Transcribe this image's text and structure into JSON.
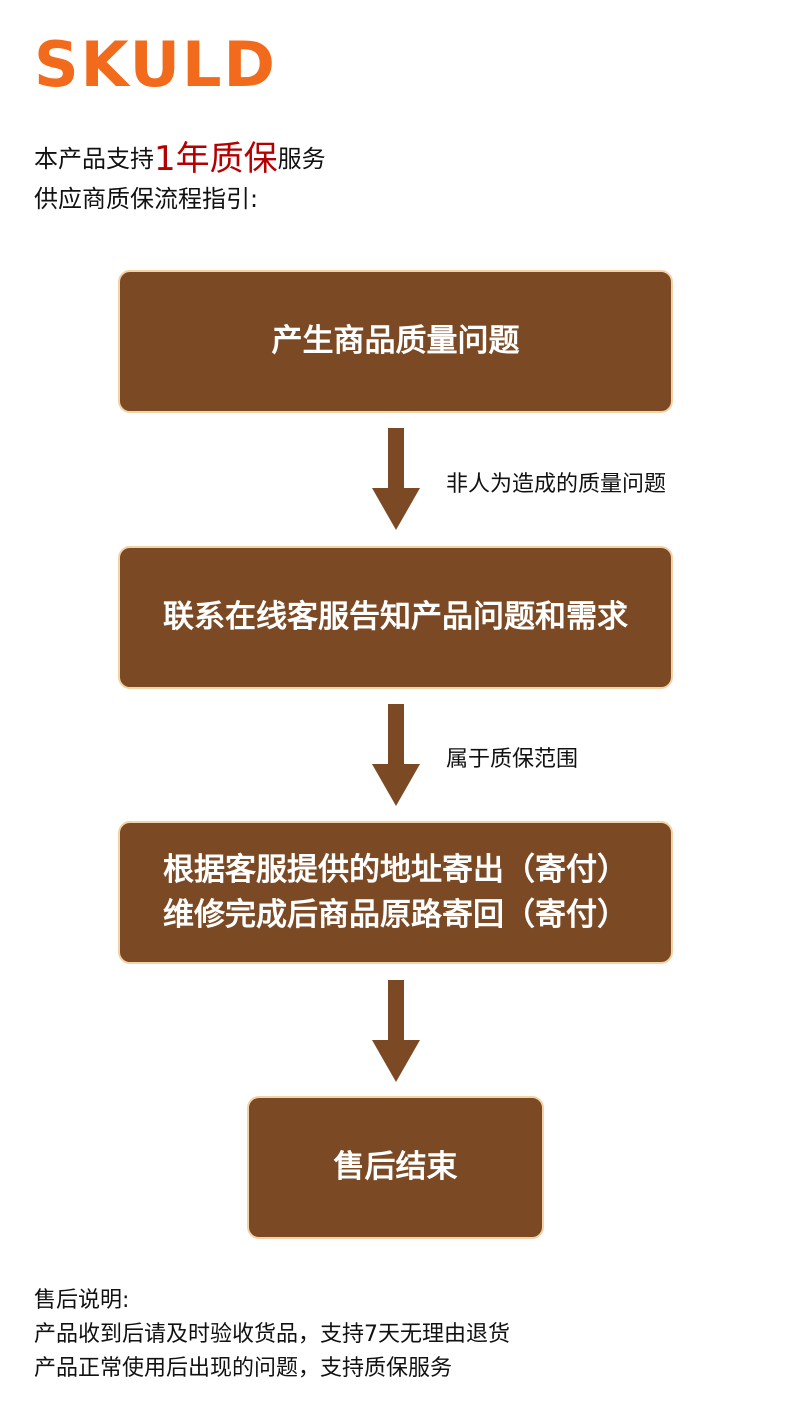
{
  "brand": {
    "name": "SKULD",
    "color": "#f26a1b"
  },
  "intro": {
    "prefix": "本产品支持",
    "highlight": "1年质保",
    "suffix": "服务",
    "line2": "供应商质保流程指引:"
  },
  "flow": {
    "step1": "产生商品质量问题",
    "arrow1_label": "非人为造成的质量问题",
    "step2": "联系在线客服告知产品问题和需求",
    "arrow2_label": "属于质保范围",
    "step3_line1": "根据客服提供的地址寄出（寄付）",
    "step3_line2": "维修完成后商品原路寄回（寄付）",
    "step4": "售后结束"
  },
  "notes": {
    "title": "售后说明:",
    "line1": "产品收到后请及时验收货品，支持7天无理由退货",
    "line2": "产品正常使用后出现的问题，支持质保服务"
  },
  "colors": {
    "box_fill": "#7b4a24",
    "box_border": "#f2d3a6",
    "highlight": "#b40000"
  }
}
